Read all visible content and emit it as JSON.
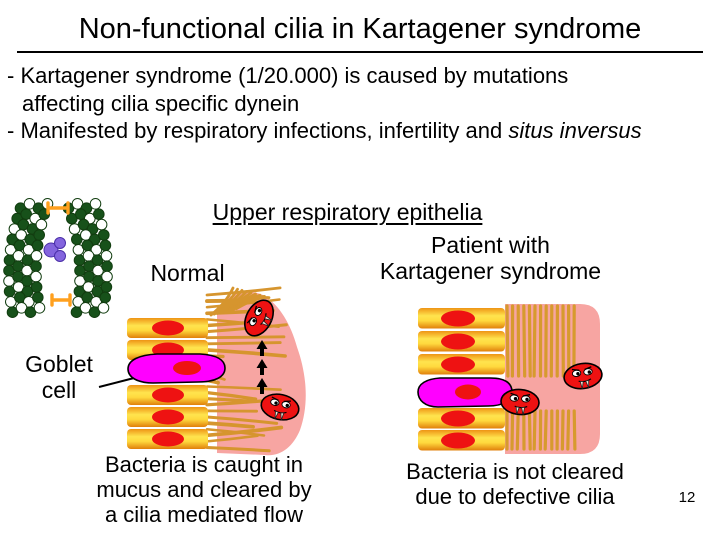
{
  "slide_title": "Non-functional cilia in Kartagener syndrome",
  "bullets": {
    "b1_line1": "- Kartagener syndrome (1/20.000) is caused by mutations",
    "b1_line2": "affecting cilia specific dynein",
    "b2_prefix": "- Manifested by respiratory infections, infertility and ",
    "b2_italic": "situs inversus"
  },
  "figure": {
    "heading": "Upper respiratory epithelia",
    "normal_label": "Normal",
    "patient_label_line1": "Patient with",
    "patient_label_line2": "Kartagener syndrome",
    "goblet_label_line1": "Goblet",
    "goblet_label_line2": "cell",
    "normal_caption": [
      "Bacteria is caught in",
      "mucus and cleared by",
      "a cilia mediated flow"
    ],
    "patient_caption": [
      "Bacteria is not cleared",
      "due to defective cilia"
    ]
  },
  "page_number": "12",
  "icons": {
    "microtubule_illustration": "microtubule-doublet-with-dynein-icon",
    "bacteria": "bacterium-cartoon-icon",
    "flow_arrows": "upward-flow-arrows-icon",
    "goblet_pointer": "goblet-cell-pointer-arrow-icon"
  },
  "colors": {
    "background": "#ffffff",
    "text": "#000000",
    "cell_yellow": "#ffe44e",
    "cell_orange": "#ee9415",
    "nucleus_red": "#ee1212",
    "goblet_magenta": "#ff00ff",
    "mucus_pink": "#f7a5a2",
    "cilia_tan": "#d6952e",
    "microtubule_green": "#17511a",
    "dynein_purple": "#8465de",
    "nexin_link_orange": "#ffa01e",
    "bacteria_red": "#ee1212"
  }
}
